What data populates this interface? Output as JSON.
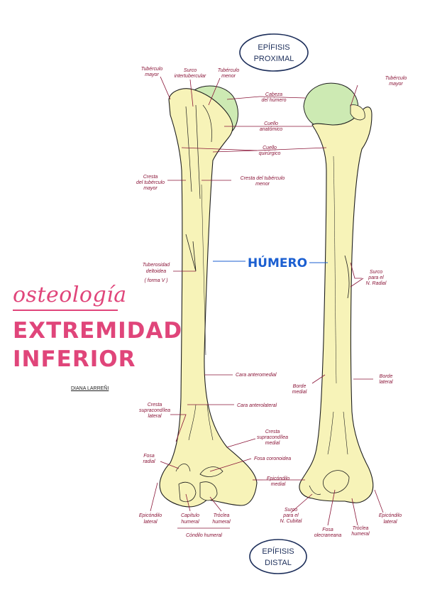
{
  "side": {
    "script_title": "osteología",
    "title_line1": "EXTREMIDAD",
    "title_line2": "INFERIOR",
    "author": "DIANA LARREÑI"
  },
  "main_label": "HÚMERO",
  "proximal_label_line1": "EPÍFISIS",
  "proximal_label_line2": "PROXIMAL",
  "distal_label_line1": "EPÍFISIS",
  "distal_label_line2": "DISTAL",
  "labels": {
    "tuberculo_mayor_l": [
      "Tubérculo",
      "mayor"
    ],
    "surco_intertubercular": [
      "Surco",
      "intertubercular"
    ],
    "tuberculo_menor": [
      "Tubérculo",
      "menor"
    ],
    "cabeza_humero": [
      "Cabeza",
      "del húmero"
    ],
    "cuello_anatomico": [
      "Cuello",
      "anatómico"
    ],
    "cuello_quirurgico": [
      "Cuello",
      "quirúrgico"
    ],
    "cresta_tuberculo_mayor": [
      "Cresta",
      "del tubérculo",
      "mayor"
    ],
    "cresta_tuberculo_menor": [
      "Cresta del tubérculo",
      "menor"
    ],
    "tuberosidad_deltoidea": [
      "Tuberosidad",
      "deltoidea",
      "( forma V )"
    ],
    "tuberculo_mayor_r": [
      "Tubérculo",
      "mayor"
    ],
    "surco_nervio_radial": [
      "Surco",
      "para el",
      "N. Radial"
    ],
    "cara_anteromedial": [
      "Cara anteromedial"
    ],
    "cara_anterolateral": [
      "Cara anterolateral"
    ],
    "borde_medial": [
      "Borde",
      "medial"
    ],
    "borde_lateral": [
      "Borde",
      "lateral"
    ],
    "cresta_supracondilea_lateral": [
      "Cresta",
      "supracondílea",
      "lateral"
    ],
    "cresta_supracondilea_medial": [
      "Cresta",
      "supracondílea",
      "medial"
    ],
    "fosa_radial": [
      "Fosa",
      "radial"
    ],
    "fosa_coronoidea": [
      "Fosa coronoidea"
    ],
    "epicondilo_medial": [
      "Epicóndilo",
      "medial"
    ],
    "epicondilo_lateral_l": [
      "Epicóndilo",
      "lateral"
    ],
    "capitulo_humeral": [
      "Capítulo",
      "humeral"
    ],
    "troclea_humeral_l": [
      "Tróclea",
      "humeral"
    ],
    "condilo_humeral": [
      "Cóndilo humeral"
    ],
    "surco_nervio_cubital": [
      "Surco",
      "para el",
      "N. Cubital"
    ],
    "fosa_olecraneana": [
      "Fosa",
      "olecraneana"
    ],
    "troclea_humeral_r": [
      "Tróclea",
      "humeral"
    ],
    "epicondilo_lateral_r": [
      "Epicóndilo",
      "lateral"
    ]
  },
  "colors": {
    "bone": "#f7f3b8",
    "bone_outline": "#1e1e1e",
    "head": "#cdeab3",
    "label": "#8a1538",
    "accent": "#e0457a",
    "main_label": "#1b5fd1",
    "circle_outline": "#1c2e5a"
  }
}
